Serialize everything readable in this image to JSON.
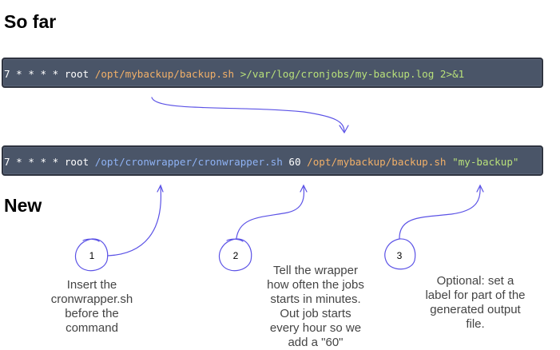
{
  "headings": {
    "so_far": "So far",
    "new": "New"
  },
  "old_command": {
    "prefix": "7 * * * * root ",
    "script_path": "/opt/mybackup/backup.sh",
    "redirect": " >/var/log/cronjobs/my-backup.log 2>&1"
  },
  "new_command": {
    "prefix": "7 * * * * root ",
    "wrapper_path": "/opt/cronwrapper/cronwrapper.sh",
    "interval": " 60 ",
    "script_path": "/opt/mybackup/backup.sh",
    "label": " \"my-backup\""
  },
  "callouts": [
    {
      "number": "1",
      "text": "Insert the\ncronwrapper.sh\nbefore the\ncommand"
    },
    {
      "number": "2",
      "text": "Tell the wrapper\nhow often the jobs\nstarts in minutes.\nOut job starts\nevery hour so we\nadd a \"60\""
    },
    {
      "number": "3",
      "text": "Optional: set a\nlabel for part of the\ngenerated output\nfile."
    }
  ],
  "colors": {
    "bar": "#4a5568",
    "path": "#f2b068",
    "wrapper": "#8fb3f5",
    "label": "#b8e07a",
    "arrow": "#5b52e6"
  }
}
